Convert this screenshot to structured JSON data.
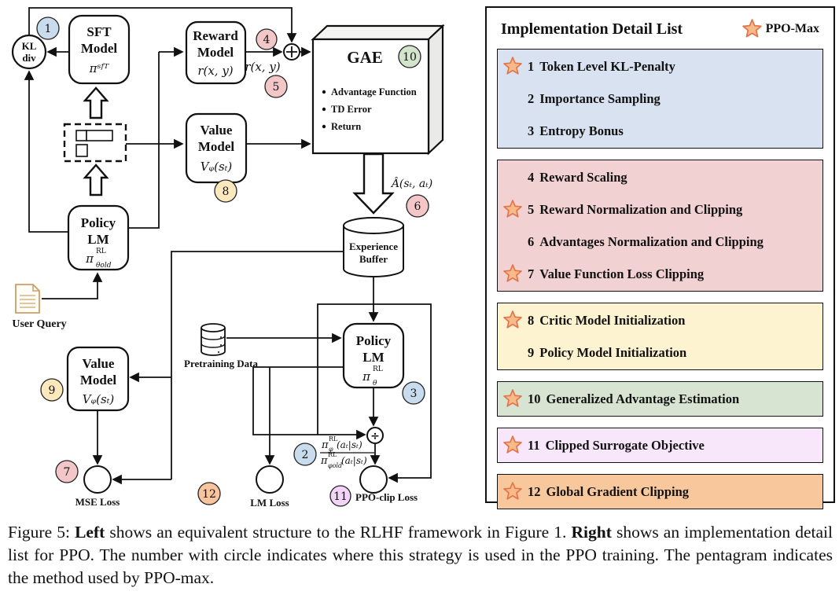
{
  "diagram": {
    "kl": {
      "line1": "KL",
      "line2": "div"
    },
    "sft": {
      "line1": "SFT",
      "line2": "Model",
      "math": "πˢᶠᵀ"
    },
    "reward": {
      "line1": "Reward",
      "line2": "Model",
      "math": "r(x, y)"
    },
    "value_top": {
      "line1": "Value",
      "line2": "Model",
      "math": "Vᵩ(sₜ)"
    },
    "policy_old": {
      "line1": "Policy",
      "line2": "LM",
      "sym": "π",
      "sup": "RL",
      "sub": "θold"
    },
    "policy_new": {
      "line1": "Policy",
      "line2": "LM",
      "sym": "π",
      "sup": "RL",
      "sub": "θ"
    },
    "value_bottom": {
      "line1": "Value",
      "line2": "Model",
      "math": "Vᵩ(sₜ)"
    },
    "gae": {
      "title": "GAE",
      "bullet1": "Advantage Function",
      "bullet2": "TD Error",
      "bullet3": "Return"
    },
    "buffer": {
      "line1": "Experience",
      "line2": "Buffer"
    },
    "pretraining": {
      "label": "Pretraining Data"
    },
    "user_query": {
      "label": "User Query"
    },
    "losses": {
      "mse": "MSE Loss",
      "lm": "LM Loss",
      "ppo": "PPO-clip Loss"
    },
    "edge_labels": {
      "reward_out": "r(x, y)",
      "advantage": "Â(sₜ, aₜ)"
    },
    "ops": {
      "divide": "÷"
    },
    "ratio": {
      "num": {
        "sym": "π",
        "sup": "RL",
        "sub": "φ",
        "args": "(aₜ|sₜ)"
      },
      "den": {
        "sym": "π",
        "sup": "RL",
        "sub": "φold",
        "args": "(aₜ|sₜ)"
      }
    },
    "badges": {
      "b1": {
        "num": "1",
        "color": "#c9dcee"
      },
      "b2": {
        "num": "2",
        "color": "#c9dcee"
      },
      "b3": {
        "num": "3",
        "color": "#c9dcee"
      },
      "b4": {
        "num": "4",
        "color": "#f3c7c8"
      },
      "b5": {
        "num": "5",
        "color": "#f3c7c8"
      },
      "b6": {
        "num": "6",
        "color": "#f3c7c8"
      },
      "b7": {
        "num": "7",
        "color": "#f3c7c8"
      },
      "b8": {
        "num": "8",
        "color": "#fbe8bd"
      },
      "b9": {
        "num": "9",
        "color": "#fbe8bd"
      },
      "b10": {
        "num": "10",
        "color": "#d2e5cc"
      },
      "b11": {
        "num": "11",
        "color": "#f2d4f6"
      },
      "b12": {
        "num": "12",
        "color": "#f8c49e"
      }
    }
  },
  "panel": {
    "title": "Implementation Detail List",
    "legend_label": "PPO-Max",
    "star_fill": "#f9ba8a",
    "star_stroke": "#e2744b",
    "sections": [
      {
        "color": "#d9e2f0",
        "items": [
          {
            "num": "1",
            "label": "Token Level KL-Penalty",
            "star": true
          },
          {
            "num": "2",
            "label": "Importance Sampling",
            "star": false
          },
          {
            "num": "3",
            "label": "Entropy Bonus",
            "star": false
          }
        ]
      },
      {
        "color": "#f2d1d3",
        "items": [
          {
            "num": "4",
            "label": "Reward Scaling",
            "star": false
          },
          {
            "num": "5",
            "label": "Reward Normalization and Clipping",
            "star": true
          },
          {
            "num": "6",
            "label": "Advantages Normalization and Clipping",
            "star": false
          },
          {
            "num": "7",
            "label": "Value Function Loss Clipping",
            "star": true
          }
        ]
      },
      {
        "color": "#fdf3d1",
        "items": [
          {
            "num": "8",
            "label": "Critic Model Initialization",
            "star": true
          },
          {
            "num": "9",
            "label": "Policy Model Initialization",
            "star": false
          }
        ]
      },
      {
        "color": "#d7e4d1",
        "items": [
          {
            "num": "10",
            "label": "Generalized Advantage Estimation",
            "star": true
          }
        ]
      },
      {
        "color": "#f8e6fb",
        "items": [
          {
            "num": "11",
            "label": "Clipped Surrogate Objective",
            "star": true
          }
        ]
      },
      {
        "color": "#f8c79c",
        "items": [
          {
            "num": "12",
            "label": "Global Gradient Clipping",
            "star": true
          }
        ]
      }
    ]
  },
  "caption": {
    "p1": "Figure 5: ",
    "b1": "Left",
    "p2": " shows an equivalent structure to the RLHF framework in Figure 1. ",
    "b2": "Right",
    "p3": " shows an implementation detail list for PPO. The number with circle indicates where this strategy is used in the PPO training. The pentagram indicates the method used by PPO-max."
  }
}
